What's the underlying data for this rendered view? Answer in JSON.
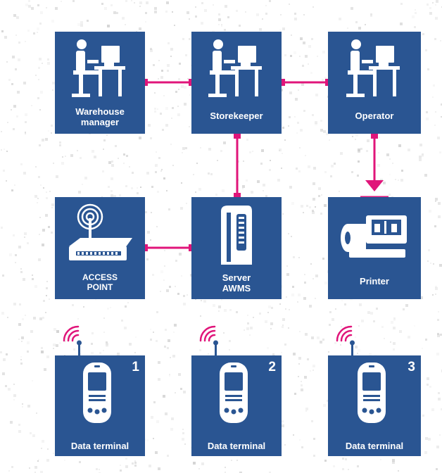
{
  "colors": {
    "box": "#2a5592",
    "link": "#e0157a",
    "icon": "#ffffff"
  },
  "nodes": {
    "warehouse_manager": {
      "line1": "Warehouse",
      "line2": "manager",
      "icon": "workstation-icon"
    },
    "storekeeper": {
      "line1": "Storekeeper",
      "line2": "",
      "icon": "workstation-icon"
    },
    "operator": {
      "line1": "Operator",
      "line2": "",
      "icon": "workstation-icon"
    },
    "access_point": {
      "line1": "ACCESS",
      "line2": "POINT",
      "icon": "wireless-router-icon"
    },
    "server": {
      "line1": "Server",
      "line2": "AWMS",
      "icon": "server-tower-icon"
    },
    "printer": {
      "line1": "Printer",
      "line2": "",
      "icon": "printer-icon"
    }
  },
  "terminals": [
    {
      "number": "1",
      "label": "Data terminal",
      "icon": "handheld-terminal-icon"
    },
    {
      "number": "2",
      "label": "Data terminal",
      "icon": "handheld-terminal-icon"
    },
    {
      "number": "3",
      "label": "Data terminal",
      "icon": "handheld-terminal-icon"
    }
  ],
  "connections": [
    {
      "from": "warehouse_manager",
      "to": "storekeeper",
      "type": "link"
    },
    {
      "from": "storekeeper",
      "to": "operator",
      "type": "link"
    },
    {
      "from": "storekeeper",
      "to": "server",
      "type": "link"
    },
    {
      "from": "operator",
      "to": "printer",
      "type": "arrow"
    },
    {
      "from": "server",
      "to": "access_point",
      "type": "link"
    }
  ]
}
